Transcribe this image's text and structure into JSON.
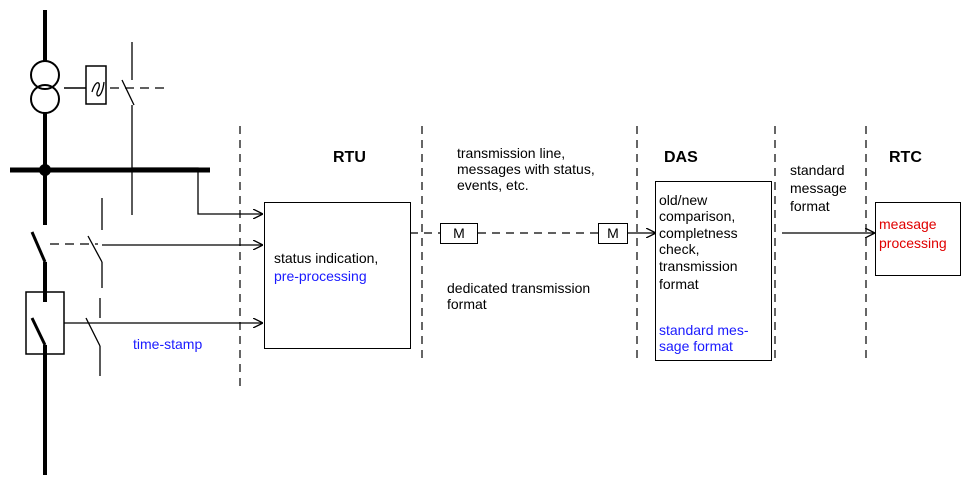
{
  "headers": {
    "rtu": "RTU",
    "das": "DAS",
    "rtc": "RTC"
  },
  "rtu_box": {
    "line1": "status indication,",
    "line2": "pre-processing"
  },
  "time_stamp": "time-stamp",
  "transmission": {
    "top_lines": [
      "transmission line,",
      "messages with status,",
      "events, etc."
    ],
    "bottom_lines": [
      "dedicated transmission",
      "format"
    ],
    "modem_label": "M"
  },
  "das_box": {
    "lines": [
      "old/new",
      "comparison,",
      "completness",
      "check,",
      "transmission",
      "format"
    ],
    "blue_lines": [
      "standard mes-",
      "sage format"
    ]
  },
  "standard_format": [
    "standard",
    "message",
    "format"
  ],
  "rtc_box": {
    "lines": [
      "measage",
      "processing"
    ]
  },
  "colors": {
    "line": "#000000",
    "accent_blue": "#1a1aff",
    "accent_red": "#e00000"
  }
}
